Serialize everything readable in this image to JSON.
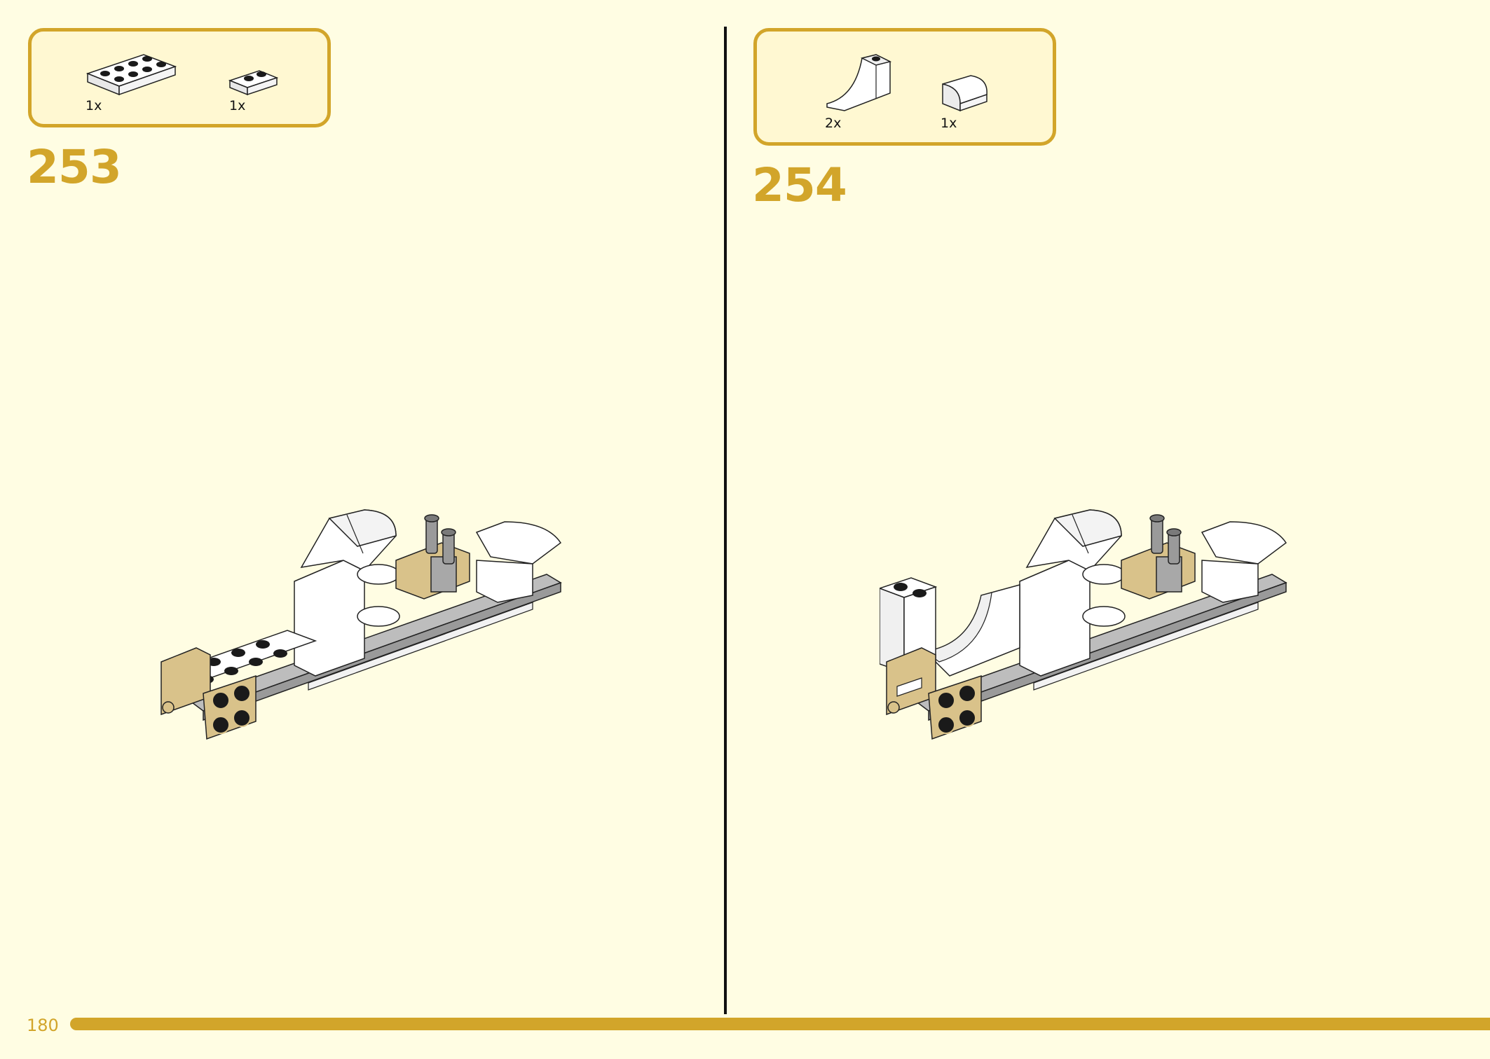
{
  "steps": [
    {
      "number": "253",
      "parts": [
        {
          "icon": "white-plate-2x4-icon",
          "qty": "1x"
        },
        {
          "icon": "white-plate-1x2-icon",
          "qty": "1x"
        }
      ]
    },
    {
      "number": "254",
      "parts": [
        {
          "icon": "white-curved-slope-icon",
          "qty": "2x"
        },
        {
          "icon": "white-curved-brick-icon",
          "qty": "1x"
        }
      ]
    }
  ],
  "page_number": "180",
  "colors": {
    "background": "#fffde3",
    "box_fill": "#fff8d2",
    "accent": "#d2a52a",
    "tan": "#d9c28a",
    "gray": "#9a9a9a"
  }
}
